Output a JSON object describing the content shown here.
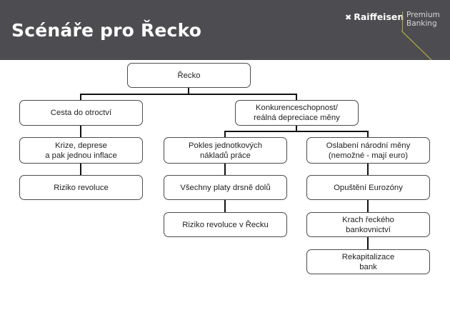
{
  "header": {
    "title": "Scénáře pro Řecko",
    "brand_icon": "raiffeisen-cross-icon",
    "brand": "Raiffeisen",
    "sub_brand_line1": "Premium",
    "sub_brand_line2": "Banking",
    "background_color": "#4d4d51",
    "accent_line_color": "#b5b23a"
  },
  "diagram": {
    "root": "Řecko",
    "branch_left": {
      "label": "Cesta do otroctví",
      "children": [
        "Krize, deprese\na pak jednou inflace",
        "Riziko revoluce"
      ]
    },
    "branch_right": {
      "label": "Konkurenceschopnost/\nreálná depreciace měny",
      "sub_left": {
        "label": "Pokles jednotkových\nnákladů práce",
        "children": [
          "Všechny platy drsně dolů",
          "Riziko revoluce v Řecku"
        ]
      },
      "sub_right": {
        "label": "Oslabení národní měny\n(nemožné - mají euro)",
        "children": [
          "Opuštění Eurozóny",
          "Krach řeckého\nbankovnictví",
          "Rekapitalizace\nbank"
        ]
      }
    }
  }
}
